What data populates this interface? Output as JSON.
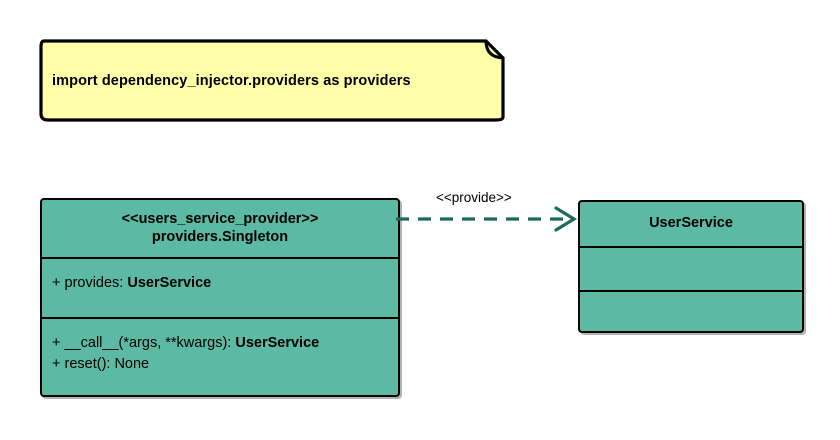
{
  "diagram": {
    "type": "uml-class-diagram",
    "background_color": "#ffffff",
    "note": {
      "text": "import dependency_injector.providers as providers",
      "fill_color": "#ffffaa",
      "border_color": "#000000"
    },
    "classes": [
      {
        "id": "users-service-provider",
        "stereotype": "<<users_service_provider>>",
        "name": "providers.Singleton",
        "fill_color": "#5bb9a4",
        "border_color": "#000000",
        "attributes": [
          {
            "visibility": "+",
            "label": "provides: ",
            "type": "UserService"
          }
        ],
        "operations": [
          {
            "visibility": "+",
            "label": "__call__(*args, **kwargs): ",
            "type": "UserService"
          },
          {
            "visibility": "+",
            "label": "reset(): None",
            "type": ""
          }
        ]
      },
      {
        "id": "user-service",
        "stereotype": "",
        "name": "UserService",
        "fill_color": "#5bb9a4",
        "border_color": "#000000",
        "attributes": [],
        "operations": []
      }
    ],
    "relationships": [
      {
        "id": "provide-dependency",
        "label": "<<provide>>",
        "kind": "dependency",
        "line_style": "dashed",
        "arrow_head": "open",
        "color": "#1a6b5a",
        "from": "users-service-provider",
        "to": "user-service"
      }
    ]
  }
}
